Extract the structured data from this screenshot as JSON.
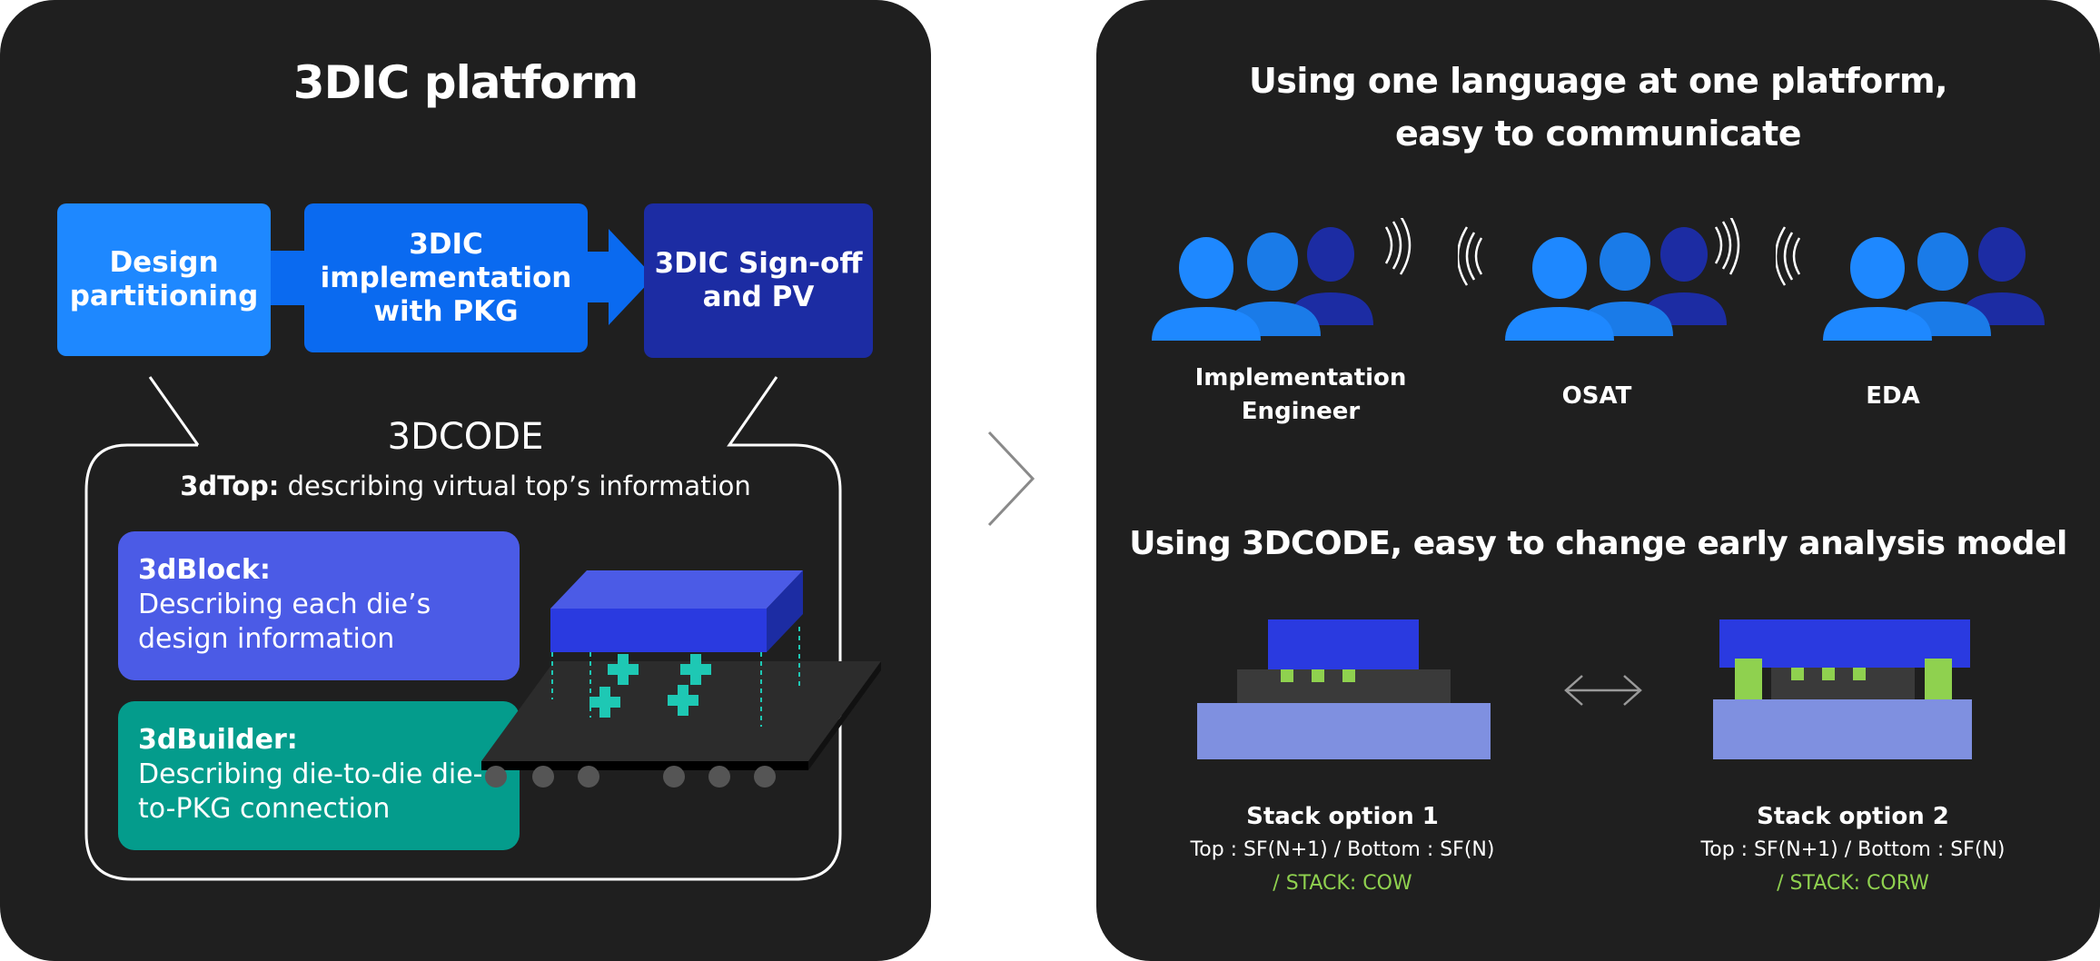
{
  "left_panel": {
    "title": "3DIC platform",
    "flow": {
      "step1": "Design\npartitioning",
      "step2": "3DIC\nimplementation\nwith PKG",
      "step3": "3DIC Sign-off\nand PV"
    },
    "code": {
      "title": "3DCODE",
      "top_term": "3dTop:",
      "top_desc": " describing virtual top’s information",
      "block_term": "3dBlock:",
      "block_desc": "Describing each die’s design information",
      "builder_term": "3dBuilder:",
      "builder_desc": "Describing die-to-die die-to-PKG connection"
    }
  },
  "right_panel": {
    "title_line1": "Using one language at one platform,",
    "title_line2": "easy to communicate",
    "roles": [
      {
        "label": "Implementation\nEngineer"
      },
      {
        "label": "OSAT"
      },
      {
        "label": "EDA"
      }
    ],
    "subtitle": "Using 3DCODE, easy to change early analysis model",
    "stack1": {
      "name": "Stack option 1",
      "spec": "Top : SF(N+1) / Bottom : SF(N)",
      "type": "/ STACK: COW"
    },
    "stack2": {
      "name": "Stack option 2",
      "spec": "Top : SF(N+1) / Bottom : SF(N)",
      "type": "/ STACK: CORW"
    }
  },
  "colors": {
    "panel_bg": "#1f1f1f",
    "blue_light": "#1e88ff",
    "blue_mid": "#0a6af0",
    "blue_dark": "#1c2ca3",
    "purple": "#4b5be6",
    "teal": "#049c8c",
    "accent_green": "#8fd14f",
    "cyan": "#1ec8b4"
  },
  "icons": [
    "people-group-icon",
    "sound-waves-icon",
    "chevron-right-icon",
    "double-arrow-icon"
  ]
}
